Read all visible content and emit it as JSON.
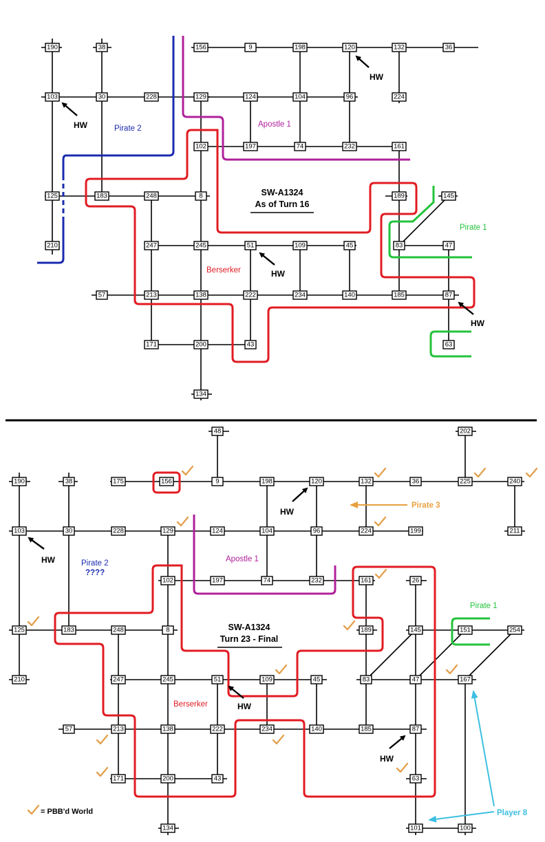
{
  "colors": {
    "red": "#e11b22",
    "blue": "#1a2ab0",
    "purple": "#b0209b",
    "green": "#22c33a",
    "orange": "#e8a040",
    "cyan": "#3cbfe0",
    "black": "#000000"
  },
  "top": {
    "title": "SW-A1324",
    "subtitle": "As of Turn 16",
    "hw_label": "HW",
    "factions": {
      "pirate2": "Pirate 2",
      "apostle1": "Apostle 1",
      "pirate1": "Pirate 1",
      "berserker": "Berserker"
    },
    "nodes": {
      "190": "190",
      "38": "38",
      "156": "156",
      "9": "9",
      "198": "198",
      "120": "120",
      "132": "132",
      "36": "36",
      "103": "103",
      "30": "30",
      "228": "228",
      "129": "129",
      "124": "124",
      "104": "104",
      "96": "96",
      "224": "224",
      "102": "102",
      "197": "197",
      "74": "74",
      "232": "232",
      "161": "161",
      "125": "125",
      "183": "183",
      "248": "248",
      "8": "8",
      "189": "189",
      "145": "145",
      "210": "210",
      "247": "247",
      "245": "245",
      "51": "51",
      "109": "109",
      "45": "45",
      "83": "83",
      "47": "47",
      "57": "57",
      "213": "213",
      "138": "138",
      "222": "222",
      "234": "234",
      "140": "140",
      "185": "185",
      "87": "87",
      "171": "171",
      "200": "200",
      "43": "43",
      "63": "63",
      "134": "134"
    }
  },
  "bottom": {
    "title": "SW-A1324",
    "subtitle": "Turn 23 - Final",
    "hw_label": "HW",
    "factions": {
      "pirate2": "Pirate 2",
      "pirate2_note": "????",
      "apostle1": "Apostle 1",
      "pirate1": "Pirate 1",
      "berserker": "Berserker",
      "pirate3": "Pirate 3",
      "player8": "Player 8"
    },
    "legend": "= PBB'd World",
    "nodes": {
      "48": "48",
      "202": "202",
      "175": "175",
      "156": "156",
      "9": "9",
      "198": "198",
      "120": "120",
      "132": "132",
      "36": "36",
      "225": "225",
      "240": "240",
      "190": "190",
      "38": "38",
      "103": "103",
      "30": "30",
      "228": "228",
      "129": "129",
      "124": "124",
      "104": "104",
      "96": "96",
      "224": "224",
      "199": "199",
      "211": "211",
      "102": "102",
      "197": "197",
      "74": "74",
      "232": "232",
      "161": "161",
      "26": "26",
      "125": "125",
      "183": "183",
      "248": "248",
      "8": "8",
      "189": "189",
      "145": "145",
      "151": "151",
      "254": "254",
      "210": "210",
      "247": "247",
      "245": "245",
      "51": "51",
      "109": "109",
      "45": "45",
      "83": "83",
      "47": "47",
      "167": "167",
      "57": "57",
      "213": "213",
      "138": "138",
      "222": "222",
      "234": "234",
      "140": "140",
      "185": "185",
      "87": "87",
      "171": "171",
      "200": "200",
      "43": "43",
      "63": "63",
      "134": "134",
      "101": "101",
      "100": "100"
    }
  }
}
